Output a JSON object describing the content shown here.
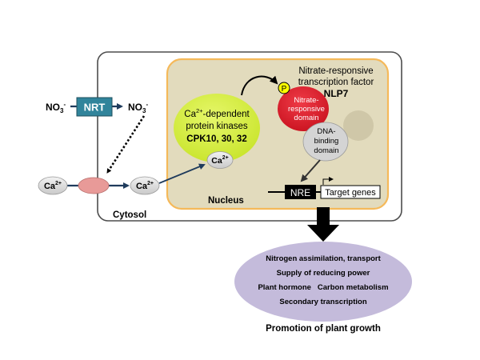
{
  "compartments": {
    "cytosol": "Cytosol",
    "nucleus": "Nucleus"
  },
  "transporter": {
    "label": "NRT",
    "no3_left_base": "NO",
    "no3_left_sub": "3",
    "no3_left_sup": "-",
    "no3_right_base": "NO",
    "no3_right_sub": "3",
    "no3_right_sup": "-"
  },
  "calcium": {
    "left_base": "Ca",
    "left_sup": "2+",
    "right_base": "Ca",
    "right_sup": "2+",
    "bound_base": "Ca",
    "bound_sup": "2+"
  },
  "kinase": {
    "line1_base": "Ca",
    "line1_sup": "2+",
    "line1_rest": "-dependent",
    "line2": "protein kinases",
    "line3": "CPK10, 30, 32"
  },
  "transcription_factor": {
    "title_line1": "Nitrate-responsive",
    "title_line2": "transcription factor",
    "name": "NLP7",
    "phospho": "P",
    "nr_domain_line1": "Nitrate-",
    "nr_domain_line2": "responsive",
    "nr_domain_line3": "domain",
    "dbd_line1": "DNA-",
    "dbd_line2": "binding",
    "dbd_line3": "domain"
  },
  "promoter": {
    "element": "NRE",
    "target": "Target genes"
  },
  "outcomes": {
    "items": [
      "Nitrogen assimilation, transport",
      "Supply of reducing power",
      "Plant hormone   Carbon metabolism",
      "Secondary transcription"
    ],
    "result": "Promotion of plant growth"
  },
  "colors": {
    "nucleus_fill": "#e2dbbd",
    "nucleus_border": "#f5b95a",
    "kinase_fill": "#d6ef3b",
    "nr_domain_fill": "#d81e2e",
    "dbd_fill": "#d4d4d4",
    "extra_domain_fill": "#cfc7a8",
    "channel_fill": "#e89a98",
    "nrt_fill": "#31849b",
    "outcome_fill": "#c4bbdb",
    "phospho_fill": "#ffff00"
  }
}
